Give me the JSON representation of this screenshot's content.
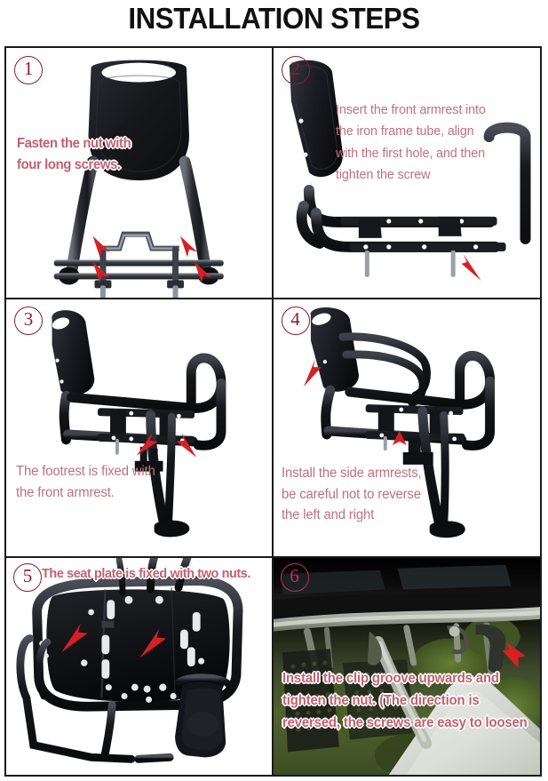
{
  "header": {
    "title": "INSTALLATION STEPS"
  },
  "colors": {
    "text_rose": "#c0717c",
    "badge_maroon": "#8c1b2e",
    "arrow_red": "#d81f26",
    "title_black": "#111111",
    "border": "#1a1a1a",
    "part_black": "#151515"
  },
  "steps": [
    {
      "number": "1",
      "caption": "Fasten the nut with\nfour long screws.",
      "arrow_count": 4,
      "image_alt": "backrest-with-bracket-and-long-screws"
    },
    {
      "number": "2",
      "caption": "Insert the front armrest into\nthe iron frame tube, align\nwith the first hole, and then\ntighten the screw",
      "arrow_count": 1,
      "image_alt": "front-armrest-frame-side-view"
    },
    {
      "number": "3",
      "caption": "The footrest is fixed with\nthe front armrest.",
      "arrow_count": 2,
      "image_alt": "footrest-attached-to-front-armrest"
    },
    {
      "number": "4",
      "caption": "Install the side armrests,\nbe careful not to reverse\nthe left and right",
      "arrow_count": 2,
      "image_alt": "side-armrests-installed-on-seat-frame"
    },
    {
      "number": "5",
      "caption": "The seat plate is fixed with two nuts.",
      "arrow_count": 2,
      "image_alt": "seat-plate-underside-with-two-nuts"
    },
    {
      "number": "6",
      "caption": "Install the clip groove upwards and\ntighten the nut. (The direction is\nreversed, the screws are easy to loosen",
      "arrow_count": 1,
      "image_alt": "clip-groove-mounted-on-bike-rack-photo"
    }
  ]
}
